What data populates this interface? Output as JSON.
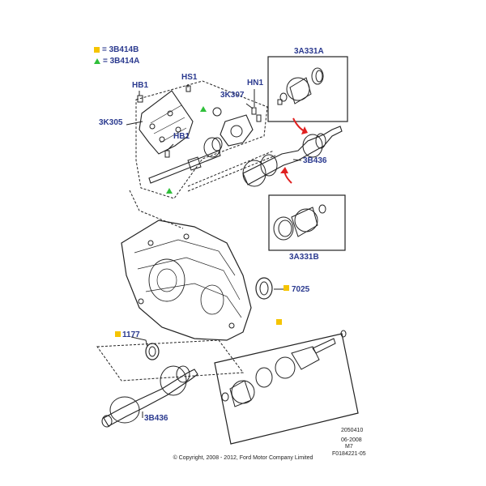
{
  "legend": [
    {
      "marker": "yellow-square",
      "text": "= 3B414B",
      "color": "#f5c400"
    },
    {
      "marker": "green-triangle",
      "text": "= 3B414A",
      "color": "#2fbf3a"
    }
  ],
  "callouts": {
    "a3a331a": "3A331A",
    "hb1_top": "HB1",
    "hs1": "HS1",
    "k3k307": "3K307",
    "hn1": "HN1",
    "k3k305": "3K305",
    "hb1_mid": "HB1",
    "b3b436_top": "3B436",
    "a3a331b": "3A331B",
    "c7025": "7025",
    "c1177": "1177",
    "b3b436_bottom": "3B436"
  },
  "meta": {
    "code": "2050410",
    "date": "06-2008",
    "rev": "M7",
    "figure": "F0184221-05"
  },
  "copyright": "© Copyright, 2008 - 2012, Ford Motor Company Limited",
  "colors": {
    "callout": "#2b3a8f",
    "arrow": "#e02020",
    "line": "#222222"
  }
}
